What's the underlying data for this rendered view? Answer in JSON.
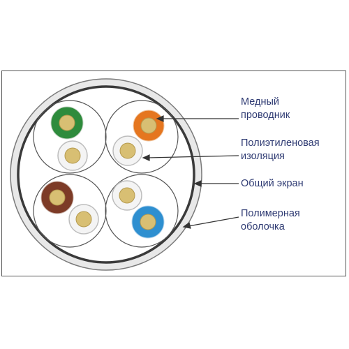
{
  "labels": {
    "conductor": [
      "Медный",
      "проводник"
    ],
    "insulation": [
      "Полиэтиленовая",
      "изоляция"
    ],
    "screen": [
      "Общий экран"
    ],
    "sheath": [
      "Полимерная",
      "оболочка"
    ]
  },
  "colors": {
    "sheath": "#e8e8e8",
    "screen_ring": "#3a3a3a",
    "insulation_white": "#f4f4f4",
    "copper": "#d8bf73",
    "green": "#2e8b3c",
    "orange": "#e5761f",
    "brown": "#7d3b27",
    "blue": "#2e8fd0",
    "label_text": "#2f3b73"
  },
  "pairs": [
    {
      "name": "green-pair",
      "colored": "green"
    },
    {
      "name": "orange-pair",
      "colored": "orange"
    },
    {
      "name": "brown-pair",
      "colored": "brown"
    },
    {
      "name": "blue-pair",
      "colored": "blue"
    }
  ]
}
